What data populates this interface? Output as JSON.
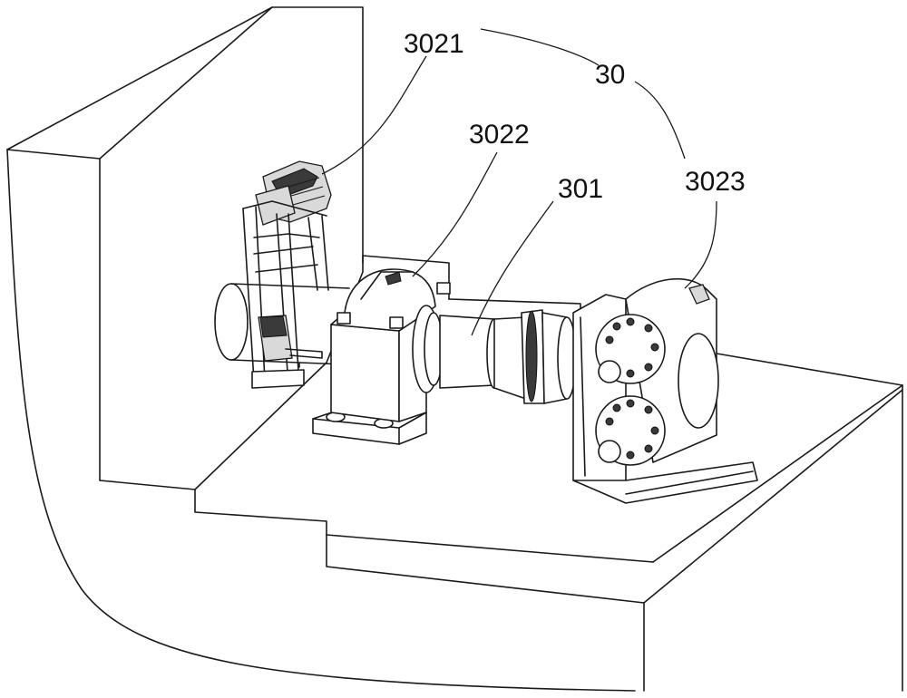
{
  "labels": {
    "assembly": "30",
    "motor_unit": "3021",
    "bearing_block": "3022",
    "shaft": "301",
    "pump_unit": "3023"
  }
}
